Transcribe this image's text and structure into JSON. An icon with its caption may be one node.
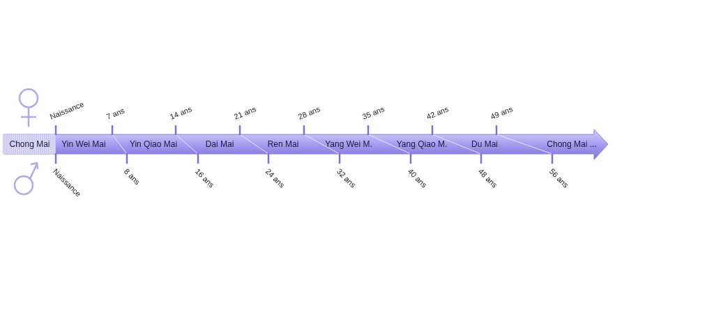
{
  "diagram": {
    "nodes": [
      {
        "text": [
          "Chong Mai"
        ]
      },
      {
        "text": [
          "Yin Wei Mai"
        ]
      },
      {
        "text": [
          "Yin Qiao Mai"
        ]
      },
      {
        "text": [
          "Dai Mai"
        ]
      },
      {
        "text": [
          "Ren Mai"
        ]
      },
      {
        "text": [
          "Yang Wei M."
        ]
      },
      {
        "text": [
          "Yang Qiao M."
        ]
      },
      {
        "text": [
          "Du Mai"
        ]
      },
      {
        "text": [
          "Chong Mai ..."
        ]
      }
    ],
    "labels": [
      "Naissance",
      "7 ans",
      "14 ans",
      "21 ans",
      "28 ans",
      "35 ans",
      "42 ans",
      "49 ans",
      "Naissance",
      "8 ans",
      "16 ans",
      "24 ans",
      "32 ans",
      "40 ans",
      "48 ans",
      "56 ans"
    ]
  }
}
